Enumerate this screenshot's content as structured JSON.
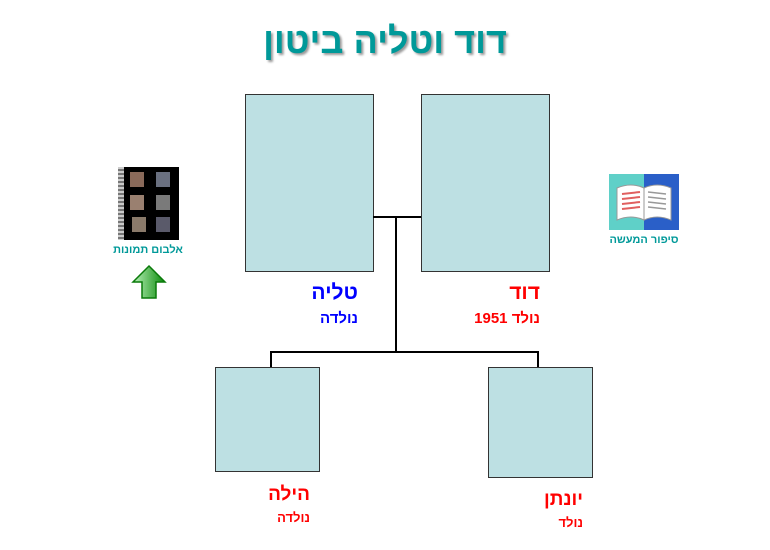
{
  "title": "דוד וטליה ביטון",
  "colors": {
    "title": "#009999",
    "female_parent": "#0000ff",
    "other": "#ff0000",
    "photo_box": "#bde0e3"
  },
  "people": {
    "talia": {
      "name": "טליה",
      "born": "נולדה"
    },
    "david": {
      "name": "דוד",
      "born": "נולד 1951"
    },
    "hila": {
      "name": "הילה",
      "born": "נולדה"
    },
    "yonatan": {
      "name": "יונתן",
      "born": "נולד"
    }
  },
  "links": {
    "album": {
      "label": "אלבום תמונות",
      "icon": "photo-album-icon"
    },
    "story": {
      "label": "סיפור המעשה",
      "icon": "open-book-icon"
    },
    "up": {
      "icon": "green-up-arrow-icon"
    }
  }
}
